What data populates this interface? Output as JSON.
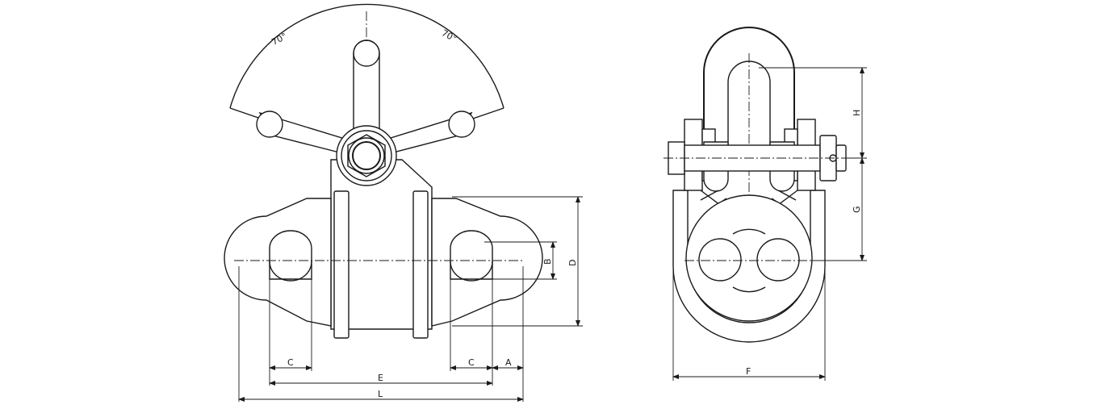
{
  "front_view": {
    "angle_left": "70°",
    "angle_right": "70°",
    "dim_A": "A",
    "dim_B": "B",
    "dim_C_left": "C",
    "dim_C_right": "C",
    "dim_D": "D",
    "dim_E": "E",
    "dim_L": "L"
  },
  "side_view": {
    "dim_F": "F",
    "dim_G": "G",
    "dim_H": "H"
  }
}
